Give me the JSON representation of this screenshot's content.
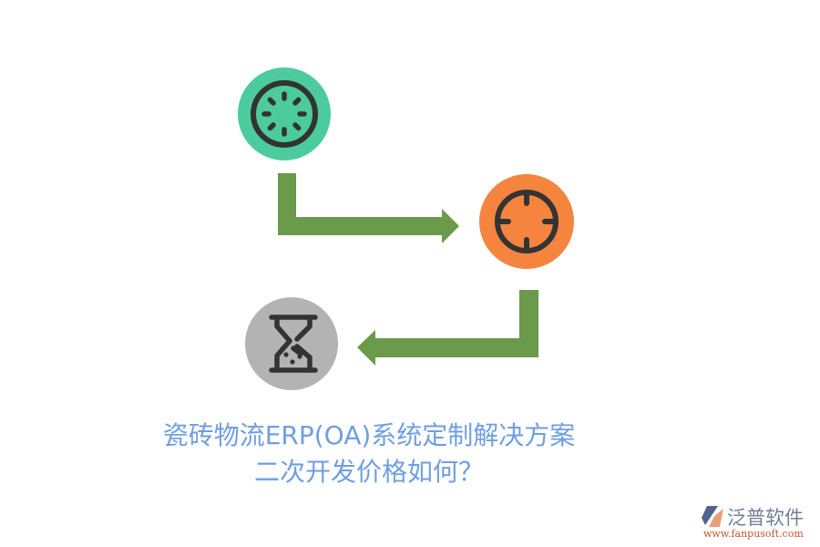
{
  "diagram": {
    "type": "process-flow",
    "nodes": [
      {
        "id": "loading",
        "icon": "loading-spinner-icon",
        "fill": "#4ccb9f",
        "stroke": "#333333"
      },
      {
        "id": "target",
        "icon": "crosshair-target-icon",
        "fill": "#f5843f",
        "stroke": "#333333"
      },
      {
        "id": "hourglass",
        "icon": "hourglass-icon",
        "fill": "#b3b3b3",
        "stroke": "#333333"
      }
    ],
    "edges": [
      {
        "from": "loading",
        "to": "target",
        "color": "#6a9a4a",
        "shape": "elbow-arrow-right"
      },
      {
        "from": "target",
        "to": "hourglass",
        "color": "#6a9a4a",
        "shape": "elbow-arrow-left"
      }
    ]
  },
  "title": {
    "line1": "瓷砖物流ERP(OA)系统定制解决方案",
    "line2": "二次开发价格如何？",
    "color": "#6f9ee3"
  },
  "watermark": {
    "brand": "泛普软件",
    "url": "www.fanpusoft.com",
    "brand_color": "#6f7f98",
    "url_color": "#c0542c"
  }
}
